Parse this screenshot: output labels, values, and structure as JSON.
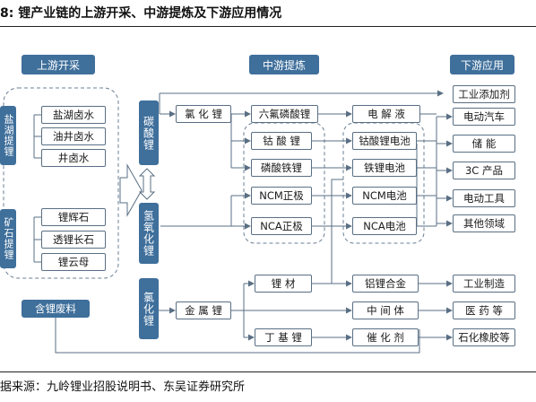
{
  "title": "8: 锂产业链的上游开采、中游提炼及下游应用情况",
  "source": "据来源：九岭锂业招股说明书、东吴证券研究所",
  "headers": {
    "upstream": "上游开采",
    "midstream": "中游提炼",
    "downstream": "下游应用"
  },
  "upstream": {
    "brine_group": "盐湖提锂",
    "brine_items": [
      "盐湖卤水",
      "油井卤水",
      "井卤水"
    ],
    "ore_group": "矿石提锂",
    "ore_items": [
      "锂辉石",
      "透锂长石",
      "锂云母"
    ],
    "waste": "含锂废料"
  },
  "compounds": {
    "carbonate": "碳酸锂",
    "hydroxide": "氢氧化锂",
    "chloride": "氯化锂"
  },
  "mid": {
    "licl": "氯 化 锂",
    "lipf6": "六氟磷酸锂",
    "licoo2": "钴 酸 锂",
    "lifepo4": "磷酸铁锂",
    "ncm": "NCM正极",
    "nca": "NCA正极",
    "li_metal": "金 属 锂",
    "li_material": "锂 材",
    "butyl": "丁 基 锂"
  },
  "products": {
    "electrolyte": "电 解 液",
    "lco_battery": "钴酸锂电池",
    "lfp_battery": "铁锂电池",
    "ncm_battery": "NCM电池",
    "nca_battery": "NCA电池",
    "al_li_alloy": "铝锂合金",
    "intermediate": "中 间 体",
    "catalyst": "催 化 剂"
  },
  "downstream": [
    "工业添加剂",
    "电动汽车",
    "储 能",
    "3C 产品",
    "电动工具",
    "其他领域",
    "工业制造",
    "医 药 等",
    "石化橡胶等"
  ]
}
